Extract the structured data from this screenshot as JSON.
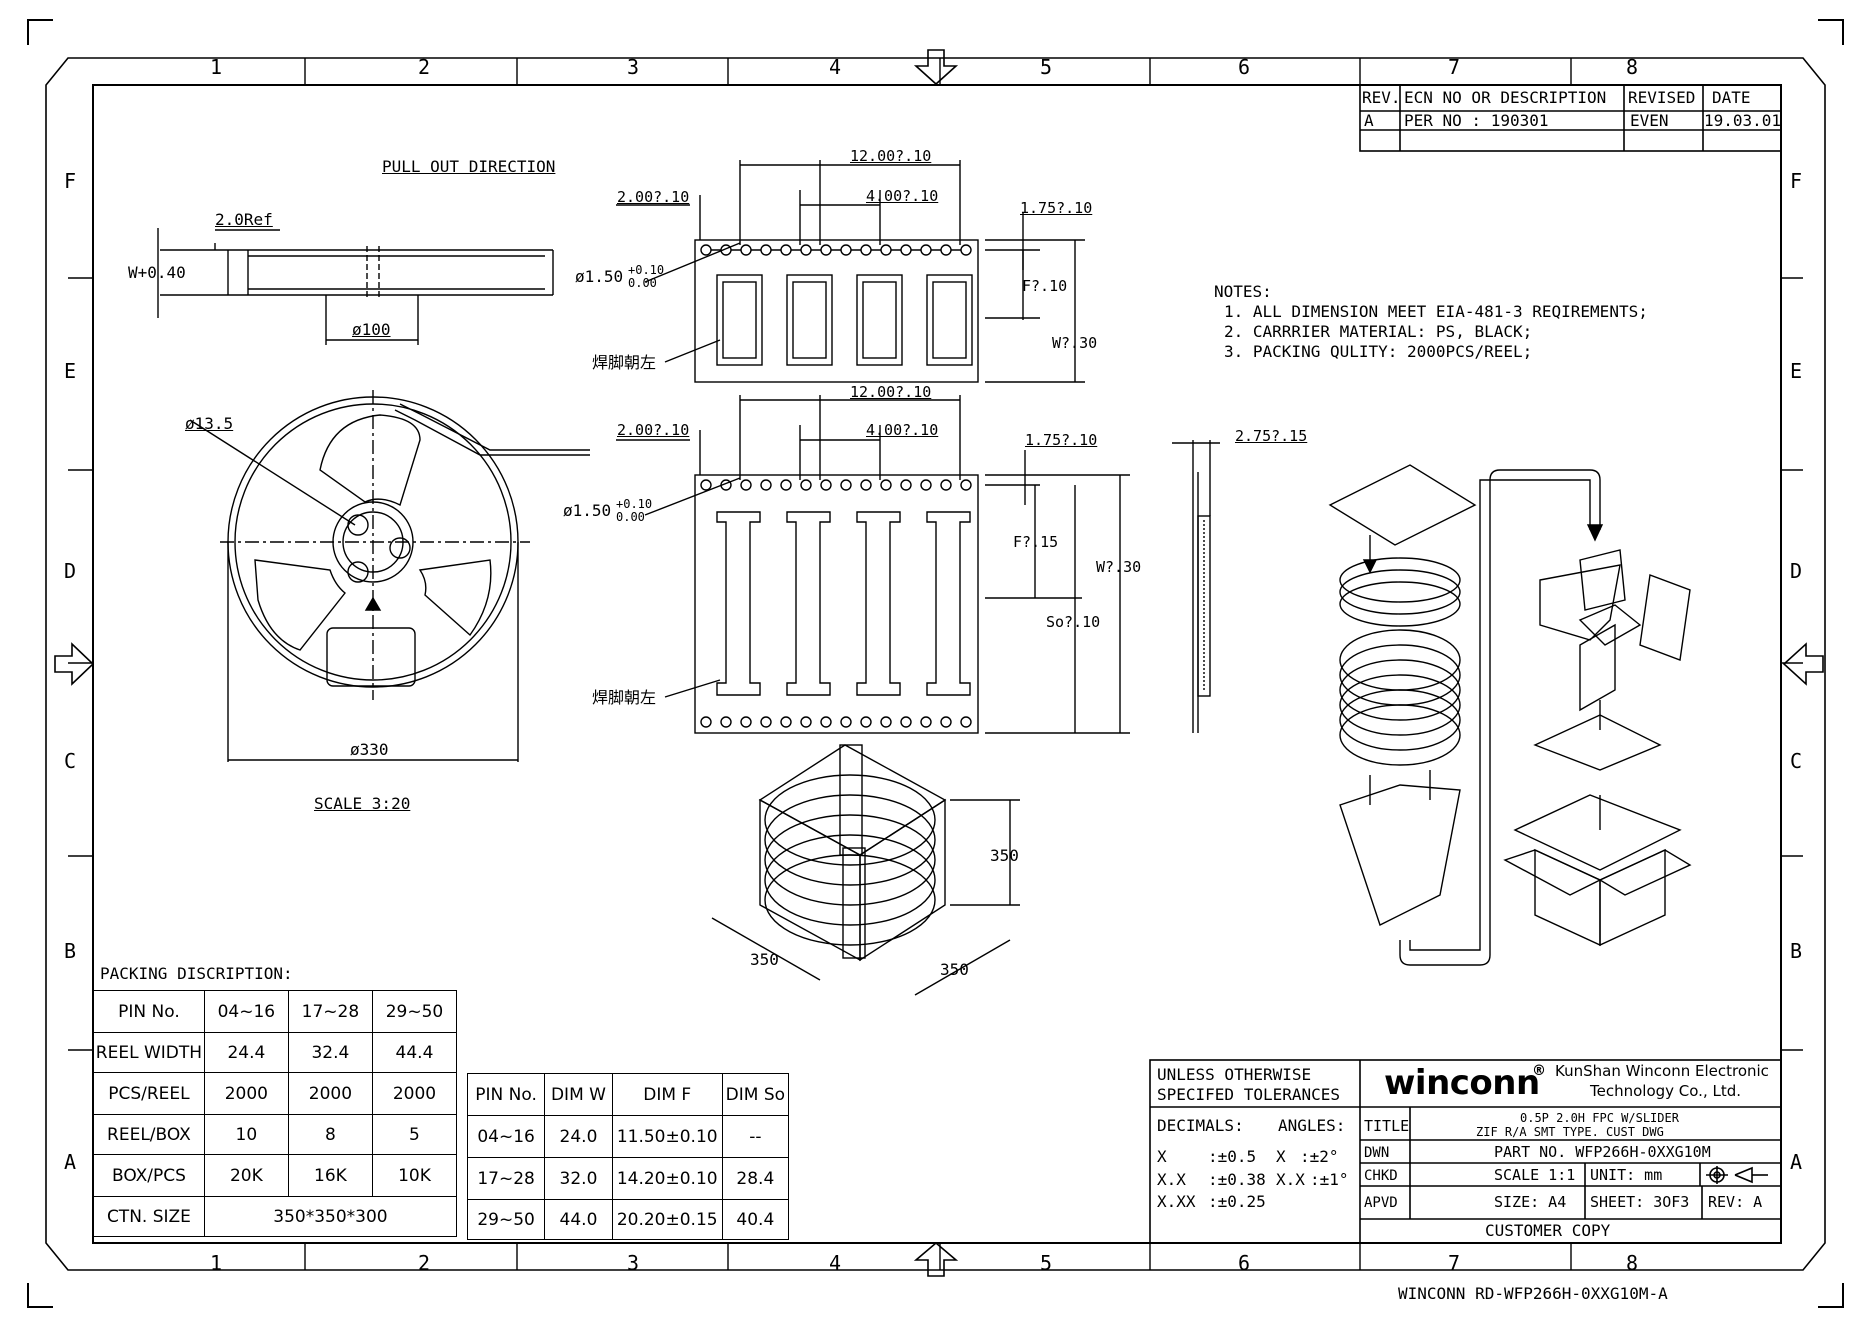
{
  "grid": {
    "columns": [
      "1",
      "2",
      "3",
      "4",
      "5",
      "6",
      "7",
      "8"
    ],
    "rows": [
      "F",
      "E",
      "D",
      "C",
      "B",
      "A"
    ]
  },
  "revision_block": {
    "headers": [
      "REV.",
      "ECN NO OR DESCRIPTION",
      "REVISED",
      "DATE"
    ],
    "rows": [
      [
        "A",
        "PER NO : 190301",
        "EVEN",
        "19.03.01"
      ]
    ]
  },
  "labels": {
    "pull_out_direction": "PULL OUT DIRECTION",
    "ref_2_0": "2.0Ref",
    "w_plus": "W+0.40",
    "dia100": "ø100",
    "dia13_5": "ø13.5",
    "dia330": "ø330",
    "scale_note": "SCALE 3:20",
    "tape1_12": "12.00?.10",
    "tape1_2": "2.00?.10",
    "tape1_4": "4.00?.10",
    "tape1_175": "1.75?.10",
    "tape1_hole": "ø1.50",
    "tape1_hole_tol_up": "+0.10",
    "tape1_hole_tol_dn": "0.00",
    "tape1_F": "F?.10",
    "tape1_W": "W?.30",
    "tape1_cn": "焊脚朝左",
    "tape2_12": "12.00?.10",
    "tape2_2": "2.00?.10",
    "tape2_4": "4.00?.10",
    "tape2_175": "1.75?.10",
    "tape2_hole": "ø1.50",
    "tape2_hole_tol_up": "+0.10",
    "tape2_hole_tol_dn": "0.00",
    "tape2_F": "F?.15",
    "tape2_W": "W?.30",
    "tape2_So": "So?.10",
    "tape2_cn": "焊脚朝左",
    "side_275": "2.75?.15",
    "box_350_h": "350",
    "box_350_l": "350",
    "box_350_r": "350"
  },
  "notes": {
    "title": "NOTES:",
    "items": [
      "1. ALL DIMENSION MEET EIA-481-3 REQIREMENTS;",
      "2. CARRRIER MATERIAL: PS, BLACK;",
      "3. PACKING QULITY: 2000PCS/REEL;"
    ]
  },
  "packing": {
    "title": "PACKING DISCRIPTION:",
    "header": [
      "PIN No.",
      "04~16",
      "17~28",
      "29~50"
    ],
    "rows": [
      [
        "REEL WIDTH",
        "24.4",
        "32.4",
        "44.4"
      ],
      [
        "PCS/REEL",
        "2000",
        "2000",
        "2000"
      ],
      [
        "REEL/BOX",
        "10",
        "8",
        "5"
      ],
      [
        "BOX/PCS",
        "20K",
        "16K",
        "10K"
      ]
    ],
    "ctn_label": "CTN. SIZE",
    "ctn_value": "350*350*300"
  },
  "dims": {
    "header": [
      "PIN No.",
      "DIM W",
      "DIM F",
      "DIM So"
    ],
    "rows": [
      [
        "04~16",
        "24.0",
        "11.50±0.10",
        "--"
      ],
      [
        "17~28",
        "32.0",
        "14.20±0.10",
        "28.4"
      ],
      [
        "29~50",
        "44.0",
        "20.20±0.15",
        "40.4"
      ]
    ]
  },
  "title_block": {
    "tol_line1": "UNLESS OTHERWISE",
    "tol_line2": "SPECIFED TOLERANCES",
    "decimals": "DECIMALS:",
    "angles": "ANGLES:",
    "x": "X",
    "x_val": ":±0.5",
    "x_ang": "X",
    "x_ang_val": ":±2°",
    "xx": "X.X",
    "xx_val": ":±0.38",
    "xx_ang": "X.X",
    "xx_ang_val": ":±1°",
    "xxx": "X.XX",
    "xxx_val": ":±0.25",
    "logo": "winconn",
    "reg": "®",
    "company_line1": "KunShan Winconn Electronic",
    "company_line2": "Technology Co., Ltd.",
    "title_label": "TITLE",
    "title_line1": "0.5P 2.0H FPC W/SLIDER",
    "title_line2": "ZIF R/A SMT TYPE. CUST DWG",
    "dwn": "DWN",
    "chkd": "CHKD",
    "apvd": "APVD",
    "part_no": "PART NO. WFP266H-0XXG10M",
    "scale": "SCALE 1:1",
    "unit": "UNIT:   mm",
    "size": "SIZE:  A4",
    "sheet": "SHEET: 3OF3",
    "rev": "REV: A",
    "customer_copy": "CUSTOMER COPY"
  },
  "doc_number": "WINCONN RD-WFP266H-0XXG10M-A"
}
